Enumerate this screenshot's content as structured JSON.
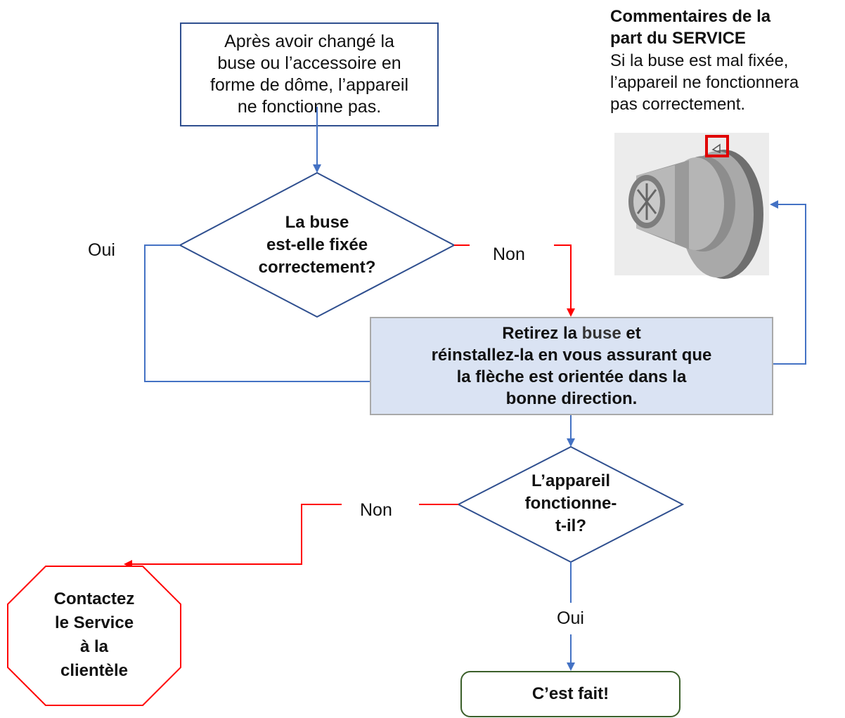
{
  "start": {
    "line1": "Après avoir changé la",
    "line2": "buse ou l’accessoire en",
    "line3": "forme de dôme, l’appareil",
    "line4": "ne fonctionne pas."
  },
  "decision1": {
    "line1": "La buse",
    "line2": "est-elle fixée",
    "line3": "correctement?",
    "yes_label": "Oui",
    "no_label": "Non"
  },
  "action": {
    "line1_part1": "Retirez la ",
    "line1_part2": "buse",
    "line1_part3": " et",
    "line2": "réinstallez-la en vous assurant que",
    "line3": "la flèche est orientée dans la",
    "line4": "bonne direction."
  },
  "decision2": {
    "line1": "L’appareil",
    "line2": "fonctionne-",
    "line3": "t-il?",
    "no_label": "Non",
    "yes_label": "Oui"
  },
  "contact": {
    "line1": "Contactez",
    "line2": "le Service",
    "line3": "à la",
    "line4": "clientèle"
  },
  "done": {
    "label": "C’est fait!"
  },
  "comment": {
    "title_line1": "Commentaires de la",
    "title_line2": "part du SERVICE",
    "body_line1": "Si la buse est mal fixée,",
    "body_line2": "l’appareil ne fonctionnera",
    "body_line3": "pas correctement."
  },
  "colors": {
    "blue_connector": "#4472c4",
    "red_connector": "#ff0000",
    "diamond_border": "#2f4f8f",
    "action_fill": "#dae3f3",
    "done_border": "#3b5f2a",
    "octagon_border": "#ff0000"
  },
  "icons": {
    "nozzle_image": "nozzle-illustration",
    "arrow_marker": "arrow-highlight-box"
  }
}
